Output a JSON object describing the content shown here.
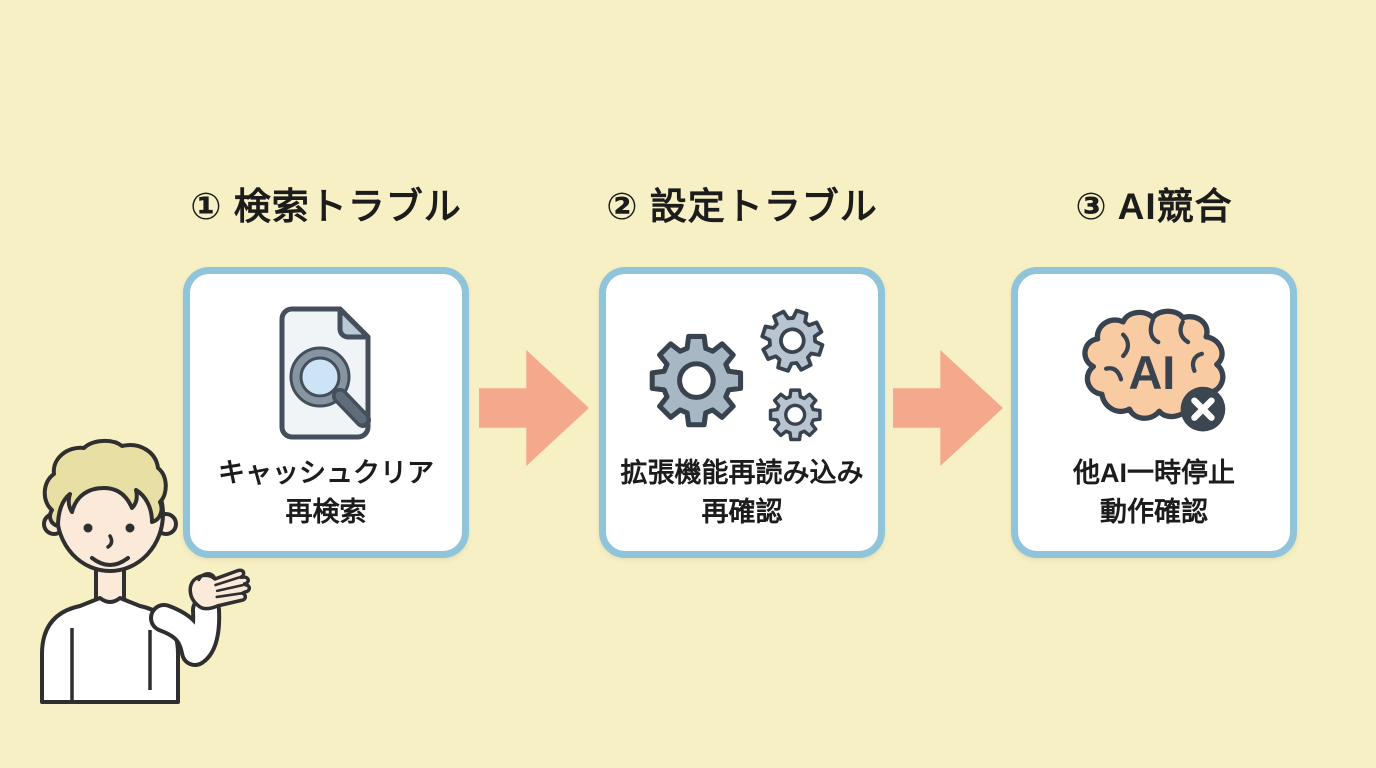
{
  "colors": {
    "background": "#F7F0C5",
    "card_border": "#90C4DA",
    "card_background": "#FFFFFF",
    "arrow": "#F5A98C",
    "heading_text": "#1C1C1C",
    "body_text": "#1C1C1C",
    "outline_dark": "#3A444F",
    "gear_fill": "#AFBEC9",
    "document_fill": "#F1F4F7",
    "document_fold": "#BCC9D6",
    "lens_fill": "#CCE4F5",
    "brain_fill": "#F9CBA3",
    "badge_fill": "#3C4650",
    "person_outline": "#2F2F2F",
    "hair_fill": "#E7DFA3",
    "skin_fill": "#FBE9DA"
  },
  "steps": [
    {
      "heading": "① 検索トラブル",
      "icon": "document-search-icon",
      "card_lines": [
        "キャッシュクリア",
        "再検索"
      ]
    },
    {
      "heading": "② 設定トラブル",
      "icon": "gears-icon",
      "card_lines": [
        "拡張機能再読み込み",
        "再確認"
      ]
    },
    {
      "heading": "③ AI競合",
      "icon": "brain-ai-icon",
      "brain_label": "AI",
      "card_lines": [
        "他AI一時停止",
        "動作確認"
      ]
    }
  ],
  "arrows": [
    {
      "icon": "right-arrow-icon",
      "direction": "right"
    },
    {
      "icon": "right-arrow-icon",
      "direction": "right"
    }
  ],
  "illustration": {
    "name": "presenter-person"
  }
}
